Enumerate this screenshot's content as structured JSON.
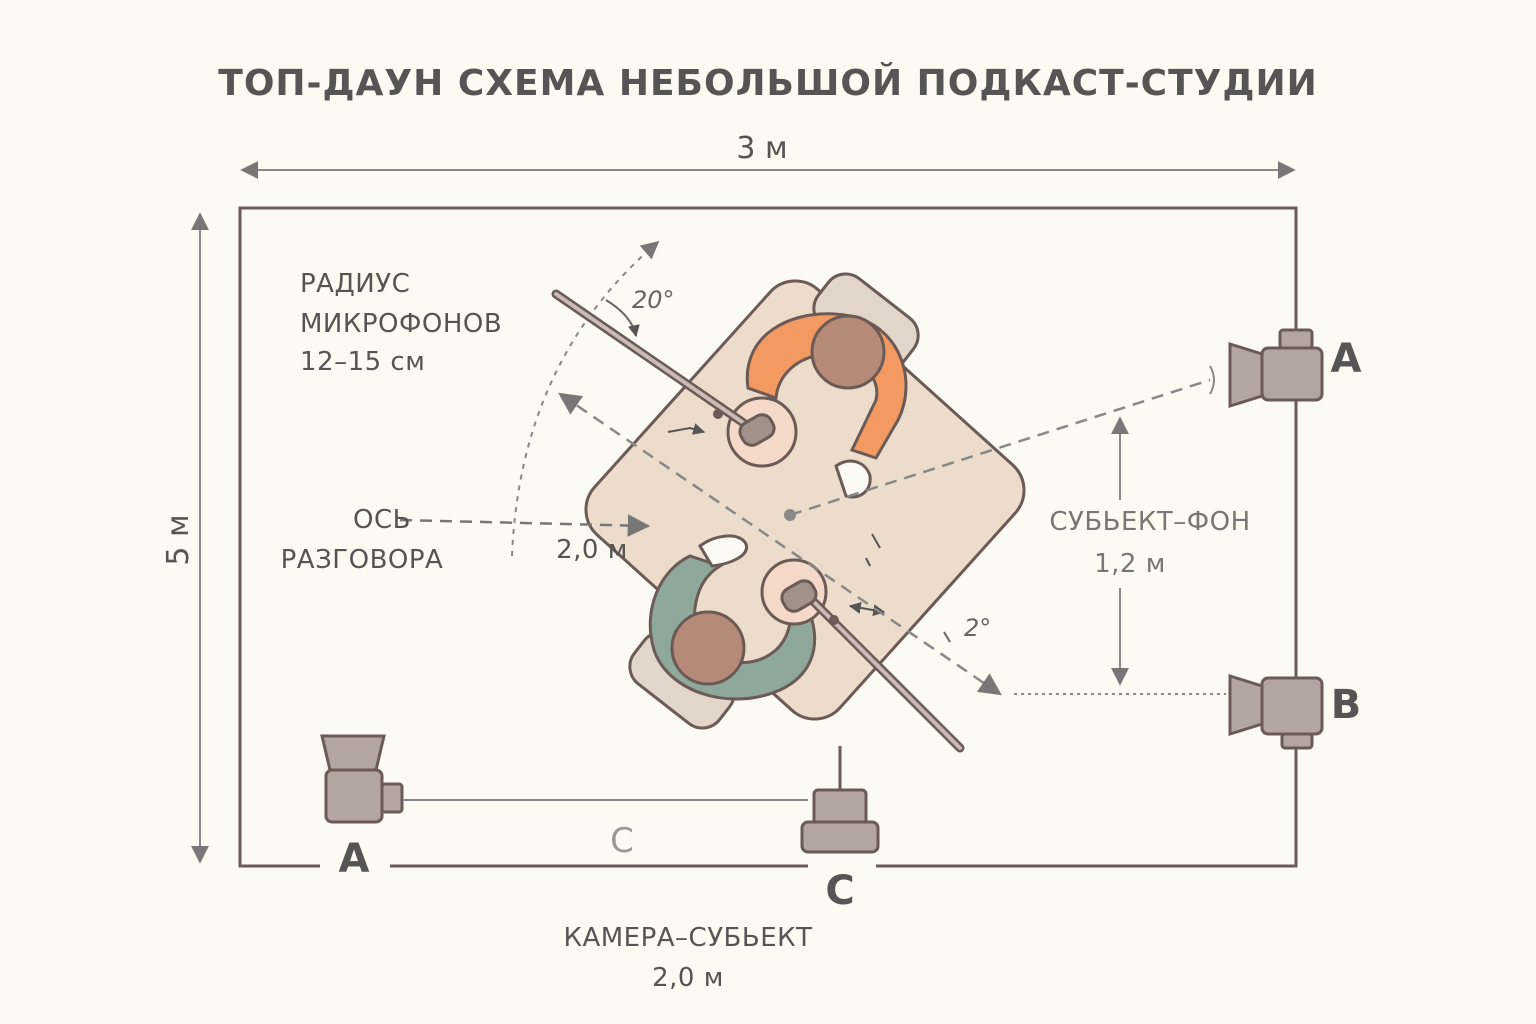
{
  "title": "ТОП-ДАУН СХЕМА НЕБОЛЬШОЙ ПОДКАСТ-СТУДИИ",
  "dimensions": {
    "width_label": "3 м",
    "height_label": "5 м"
  },
  "labels": {
    "mic_radius": [
      "РАДИУС",
      "МИКРОФОНОВ",
      "12–15 см"
    ],
    "conversation_axis": [
      "ОСЬ",
      "РАЗГОВОРА"
    ],
    "axis_distance": "2,0 м",
    "subject_background": [
      "СУБЬЕКТ–ФОН",
      "1,2 м"
    ],
    "camera_subject": [
      "КАМЕРА–СУБЬЕКТ",
      "2,0 м"
    ],
    "angle_top": "20°",
    "angle_bottom": "2°",
    "camera_line_label": "C"
  },
  "cameras": {
    "right_top": "A",
    "right_bottom": "B",
    "bottom_left": "A",
    "bottom_center": "C"
  },
  "colors": {
    "background": "#fbfaf3",
    "room_outline": "#6b5a55",
    "table": "#ecdccb",
    "person_orange": "#f39a62",
    "person_green": "#8ea89b",
    "head": "#b58a78",
    "camera": "#b3a6a0",
    "chair": "#e2d6cb"
  }
}
